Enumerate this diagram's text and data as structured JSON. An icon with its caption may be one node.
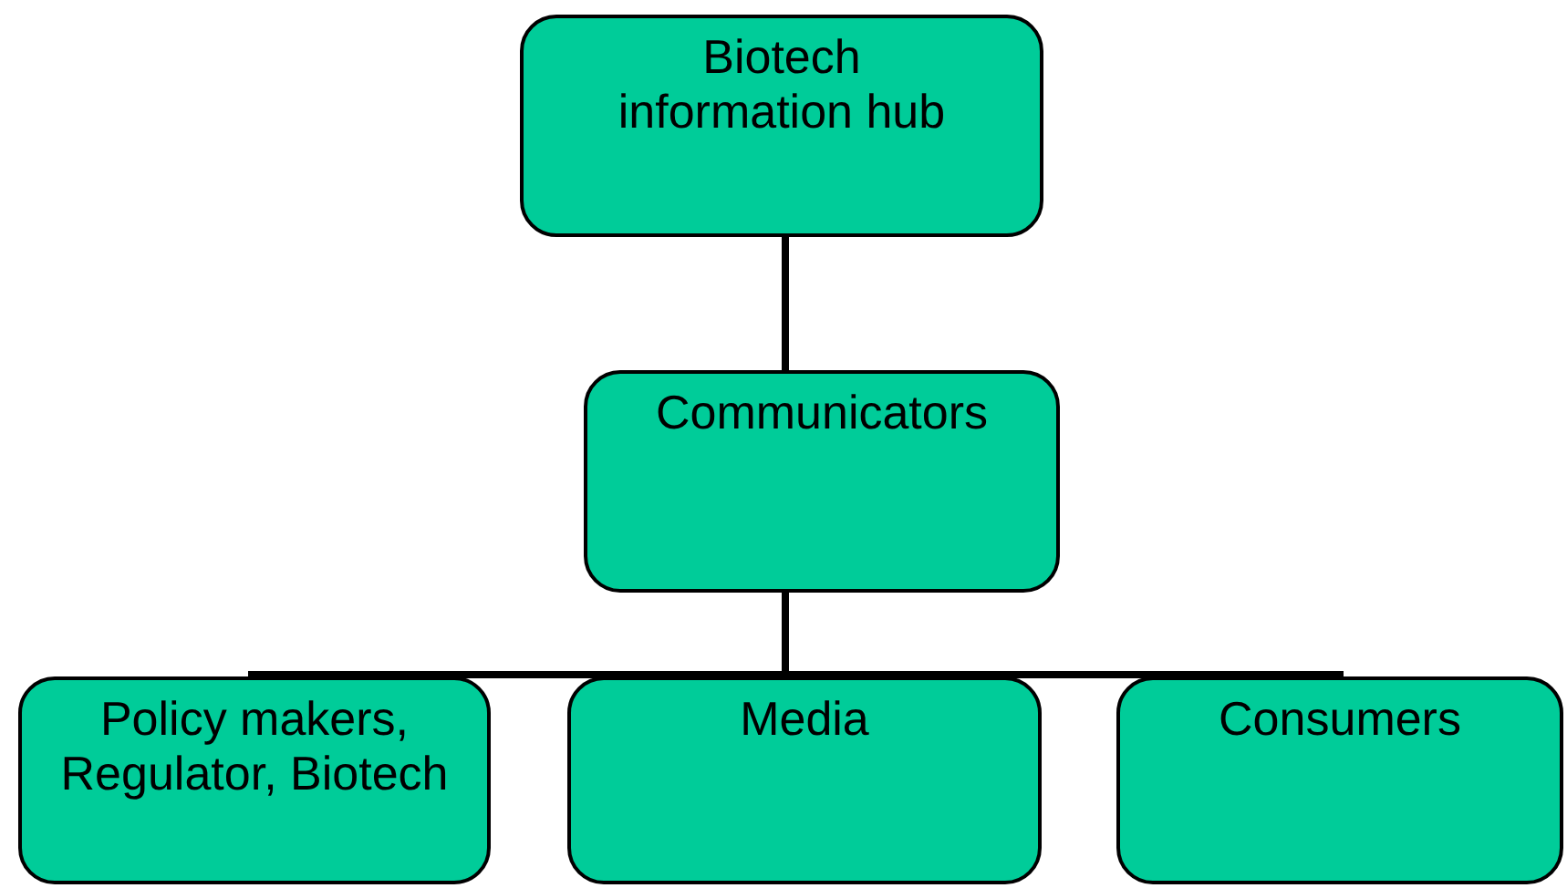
{
  "diagram": {
    "nodes": [
      {
        "text": [
          "Biotech information hub"
        ]
      },
      {
        "text": [
          "Communicators"
        ]
      },
      {
        "text": [
          "Policy makers, Regulator, Biotech"
        ]
      },
      {
        "text": [
          "Media"
        ]
      },
      {
        "text": [
          "Consumers"
        ]
      }
    ],
    "edges": [
      {
        "from": 0,
        "to": 1,
        "arrow": "none"
      },
      {
        "from": 1,
        "to": 2,
        "arrow": "none"
      },
      {
        "from": 1,
        "to": 3,
        "arrow": "none"
      },
      {
        "from": 1,
        "to": 4,
        "arrow": "none"
      }
    ]
  }
}
